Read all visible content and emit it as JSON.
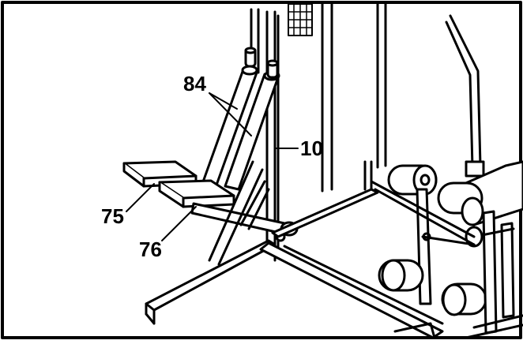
{
  "labels": {
    "pedal_arms": "84",
    "frame": "10",
    "left_pedal": "75",
    "right_pedal": "76"
  },
  "colors": {
    "ink": "#000000",
    "paper": "#ffffff"
  }
}
